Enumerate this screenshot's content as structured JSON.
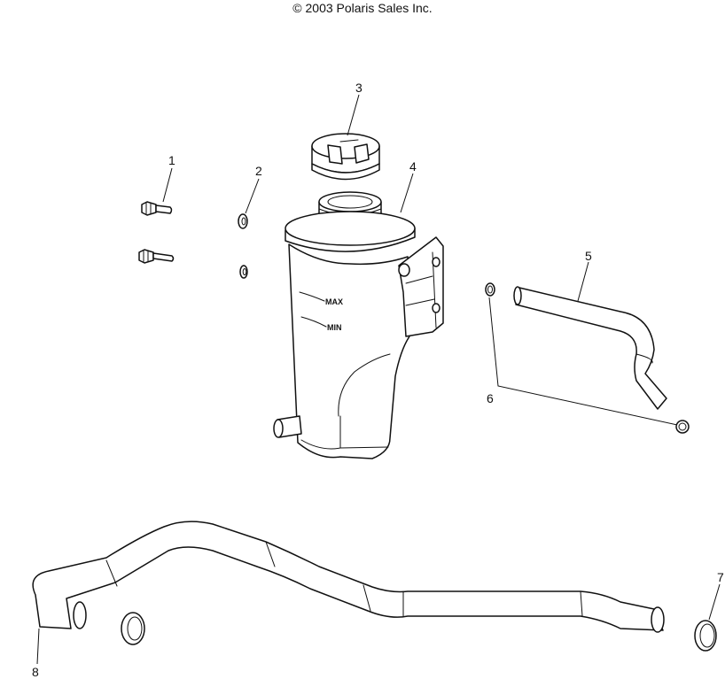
{
  "header": {
    "copyright": "© 2003 Polaris Sales Inc."
  },
  "reservoir_marks": {
    "max": "MAX",
    "min": "MIN"
  },
  "callouts": [
    {
      "id": "1",
      "label": "1"
    },
    {
      "id": "2",
      "label": "2"
    },
    {
      "id": "3",
      "label": "3"
    },
    {
      "id": "4",
      "label": "4"
    },
    {
      "id": "5",
      "label": "5"
    },
    {
      "id": "6",
      "label": "6"
    },
    {
      "id": "7",
      "label": "7"
    },
    {
      "id": "8",
      "label": "8"
    }
  ]
}
